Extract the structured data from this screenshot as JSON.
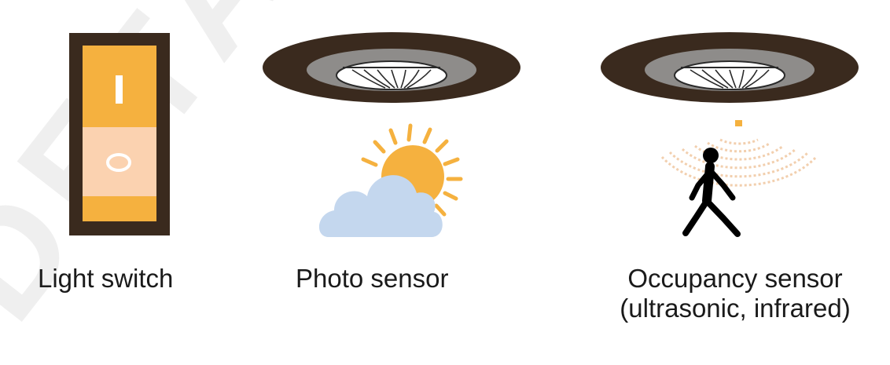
{
  "watermark": "DETAIL",
  "colors": {
    "switch_frame": "#3a2a1e",
    "switch_amber": "#f5b13f",
    "switch_peach": "#fbd2b0",
    "fixture_brown": "#3a2a1e",
    "fixture_grey": "#8e8c8a",
    "sun": "#f5b13f",
    "cloud": "#c4d7ee",
    "motion_arcs": "#f2cfae",
    "person": "#000000"
  },
  "items": [
    {
      "id": "light-switch",
      "icon": "rocker-switch-icon",
      "on_symbol": "I",
      "off_symbol": "O",
      "caption": "Light switch"
    },
    {
      "id": "photo-sensor",
      "icon": "sun-behind-cloud-icon",
      "caption": "Photo sensor"
    },
    {
      "id": "occupancy-sensor",
      "icon": "walking-person-motion-icon",
      "caption_line1": "Occupancy sensor",
      "caption_line2": "(ultrasonic, infrared)"
    }
  ]
}
